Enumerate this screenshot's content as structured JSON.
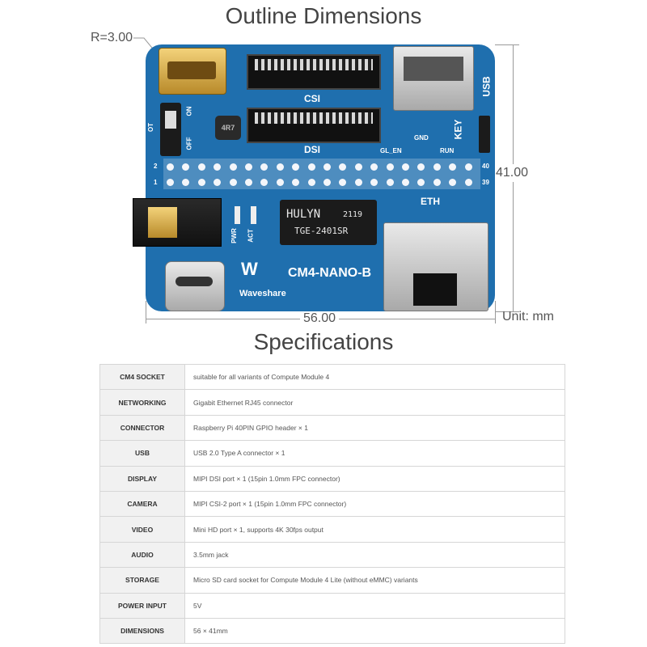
{
  "titles": {
    "outline": "Outline Dimensions",
    "specs": "Specifications"
  },
  "dimensions": {
    "radius": "R=3.00",
    "height": "41.00",
    "width": "56.00",
    "unit": "Unit: mm"
  },
  "board": {
    "csi": "CSI",
    "dsi": "DSI",
    "usb": "USB",
    "key": "KEY",
    "eth": "ETH",
    "gnd": "GND",
    "gl_en": "GL_EN",
    "run": "RUN",
    "pwr": "PWR",
    "act": "ACT",
    "on": "ON",
    "off": "OFF",
    "ot": "OT",
    "inductor": "4R7",
    "chip_brand": "HULYN",
    "chip_year": "2119",
    "chip_model": "TGE-2401SR",
    "model": "CM4-NANO-B",
    "brand": "Waveshare",
    "pin_1": "1",
    "pin_2": "2",
    "pin_39": "39",
    "pin_40": "40"
  },
  "specs": [
    {
      "key": "CM4 SOCKET",
      "value": "suitable for all variants of Compute Module 4"
    },
    {
      "key": "NETWORKING",
      "value": "Gigabit Ethernet RJ45 connector"
    },
    {
      "key": "CONNECTOR",
      "value": "Raspberry Pi 40PIN GPIO header × 1"
    },
    {
      "key": "USB",
      "value": "USB 2.0 Type A connector × 1"
    },
    {
      "key": "DISPLAY",
      "value": "MIPI DSI port × 1 (15pin 1.0mm FPC connector)"
    },
    {
      "key": "CAMERA",
      "value": "MIPI CSI-2 port × 1 (15pin 1.0mm FPC connector)"
    },
    {
      "key": "VIDEO",
      "value": "Mini HD     port × 1, supports 4K 30fps output"
    },
    {
      "key": "AUDIO",
      "value": "3.5mm jack"
    },
    {
      "key": "STORAGE",
      "value": "Micro SD card socket for Compute Module 4 Lite (without eMMC) variants"
    },
    {
      "key": "POWER INPUT",
      "value": "5V"
    },
    {
      "key": "DIMENSIONS",
      "value": "56 × 41mm"
    }
  ]
}
